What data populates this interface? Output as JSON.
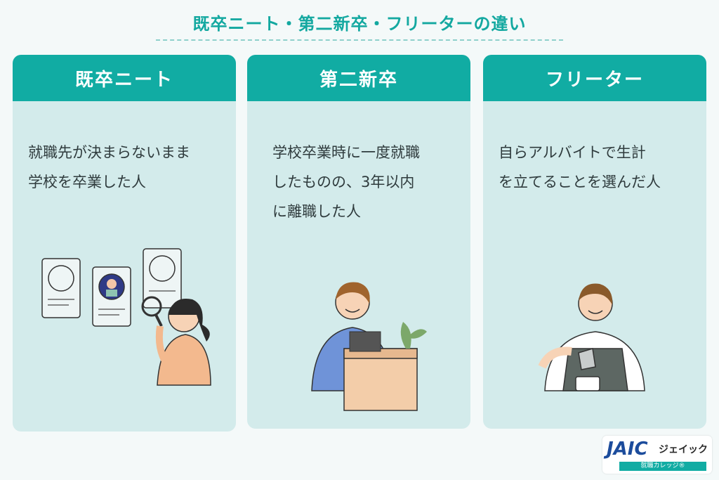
{
  "title": "既卒ニート・第二新卒・フリーターの違い",
  "cards": [
    {
      "heading": "既卒ニート",
      "text": "就職先が決まらないまま\n学校を卒業した人"
    },
    {
      "heading": "第二新卒",
      "text": "学校卒業時に一度就職\nしたものの、3年以内\nに離職した人"
    },
    {
      "heading": "フリーター",
      "text": "自らアルバイトで生計\nを立てることを選んだ人"
    }
  ],
  "logo": {
    "main": "JAIC",
    "kana": "ジェイック",
    "sub": "就職カレッジ®"
  },
  "colors": {
    "accent": "#11aca3",
    "card_bg": "#d3ebeb",
    "logo_blue": "#1c4c9c"
  },
  "icons": [
    "person-with-magnifier-icon",
    "person-with-box-icon",
    "barista-icon"
  ]
}
